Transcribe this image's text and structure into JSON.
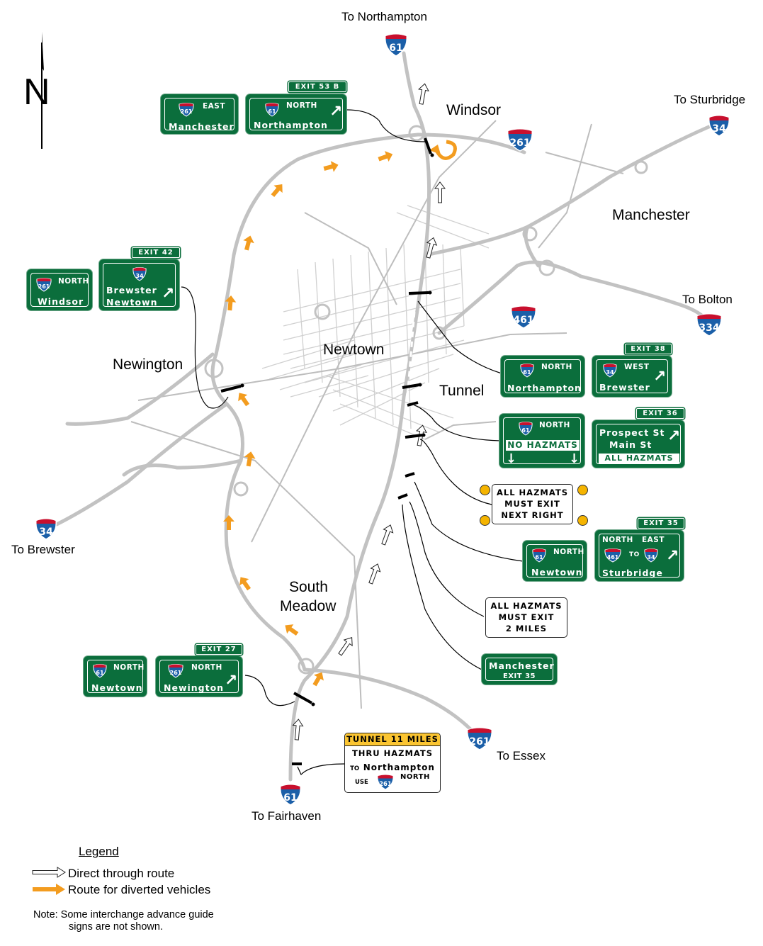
{
  "north_label": "N",
  "places": {
    "windsor": "Windsor",
    "manchester": "Manchester",
    "newtown": "Newtown",
    "newington": "Newington",
    "tunnel": "Tunnel",
    "south_meadow_1": "South",
    "south_meadow_2": "Meadow"
  },
  "destinations": {
    "northampton": "To Northampton",
    "sturbridge": "To Sturbridge",
    "bolton": "To Bolton",
    "brewster": "To Brewster",
    "essex": "To Essex",
    "fairhaven": "To Fairhaven"
  },
  "route_shields": {
    "i61_top": "61",
    "i261_windsor": "261",
    "i34_sturbridge": "34",
    "i461": "461",
    "i334": "334",
    "i34_brewster": "34",
    "i261_essex": "261",
    "i61_bottom": "61"
  },
  "signs": {
    "s261_east": {
      "route": "261",
      "dir": "EAST",
      "dest": "Manchester"
    },
    "s61_north_exit53b": {
      "exit": "EXIT 53 B",
      "route": "61",
      "dir": "NORTH",
      "dest": "Northampton",
      "arrow": "↗"
    },
    "s261_north_windsor": {
      "route": "261",
      "dir": "NORTH",
      "dest": "Windsor"
    },
    "s34_exit42": {
      "exit": "EXIT 42",
      "route": "34",
      "dest1": "Brewster",
      "dest2": "Newtown",
      "arrow": "↗"
    },
    "s61_north_northampton": {
      "route": "61",
      "dir": "NORTH",
      "dest": "Northampton"
    },
    "s34_west_exit38": {
      "exit": "EXIT 38",
      "route": "34",
      "dir": "WEST",
      "dest": "Brewster",
      "arrow": "↗"
    },
    "s61_north_nohazmats": {
      "route": "61",
      "dir": "NORTH",
      "dest": "NO HAZMATS",
      "arrow_left": "↓",
      "arrow_right": "↓"
    },
    "s_exit36": {
      "exit": "EXIT 36",
      "dest1": "Prospect St",
      "dest2": "Main St",
      "dest3": "ALL HAZMATS",
      "arrow": "↗"
    },
    "s61_north_newtown": {
      "route": "61",
      "dir": "NORTH",
      "dest": "Newtown"
    },
    "s_exit35": {
      "exit": "EXIT 35",
      "dir1": "NORTH",
      "dir2": "EAST",
      "route1": "461",
      "route2": "34",
      "to": "TO",
      "dest": "Sturbridge",
      "arrow": "↗"
    },
    "s_manchester_exit35": {
      "dest": "Manchester",
      "exit": "EXIT 35"
    },
    "s61_north_newtown_south": {
      "route": "61",
      "dir": "NORTH",
      "dest": "Newtown"
    },
    "s261_north_exit27": {
      "exit": "EXIT 27",
      "route": "261",
      "dir": "NORTH",
      "dest": "Newington",
      "arrow": "↗"
    }
  },
  "warning_signs": {
    "all_hazmats_next_right": [
      "ALL HAZMATS",
      "MUST EXIT",
      "NEXT RIGHT"
    ],
    "all_hazmats_2_miles": [
      "ALL HAZMATS",
      "MUST EXIT",
      "2 MILES"
    ],
    "tunnel_sign": {
      "header": "TUNNEL 11 MILES",
      "line1": "THRU HAZMATS",
      "to": "TO",
      "dest": "Northampton",
      "use": "USE",
      "route": "261",
      "dir": "NORTH"
    }
  },
  "legend": {
    "title": "Legend",
    "direct": "Direct through route",
    "diverted": "Route for diverted vehicles",
    "note_1": "Note:  Some interchange advance guide",
    "note_2": "signs are not shown."
  },
  "colors": {
    "guide_green": "#0b6e3c",
    "interstate_blue": "#1b5fa8",
    "interstate_red": "#c8102e",
    "diverted_orange": "#f39c1f",
    "road_gray": "#c2c2c2",
    "beacon_yellow": "#f5b400",
    "tunnel_yellow": "#fbc531"
  }
}
